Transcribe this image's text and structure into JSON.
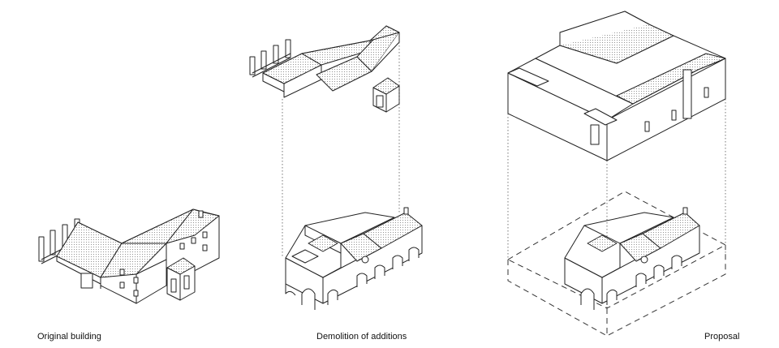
{
  "captions": {
    "original": "Original building",
    "demolition": "Demolition of additions",
    "proposal": "Proposal"
  },
  "colors": {
    "line": "#222222",
    "background": "#ffffff"
  }
}
